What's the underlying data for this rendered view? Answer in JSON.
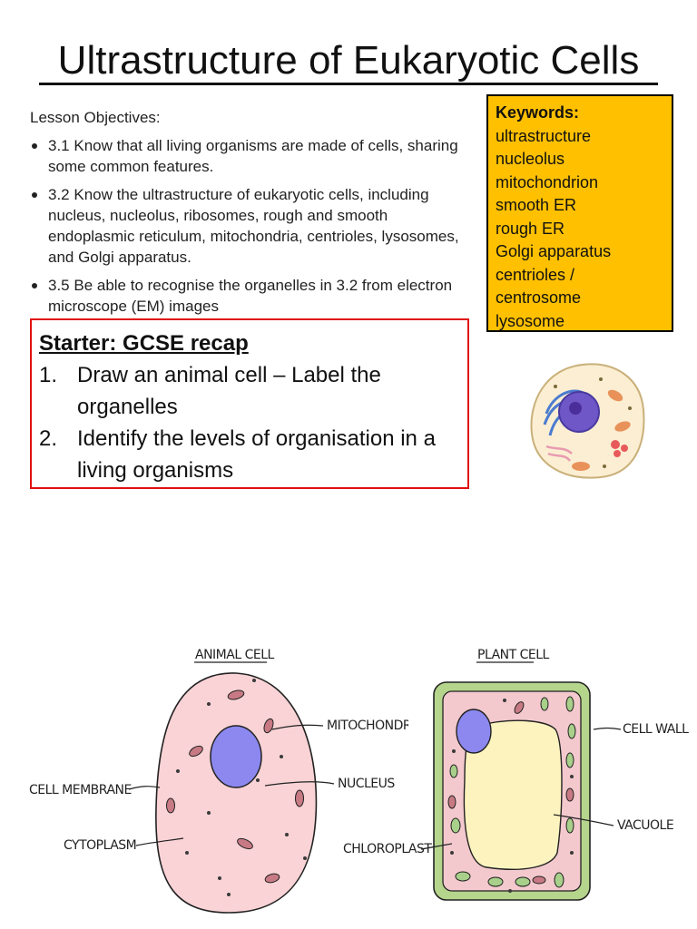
{
  "title": "Ultrastructure of Eukaryotic Cells",
  "objectives": {
    "heading": "Lesson Objectives:",
    "items": [
      "3.1 Know that all living organisms are made of cells, sharing some common features.",
      "3.2 Know the ultrastructure of eukaryotic cells, including nucleus, nucleolus, ribosomes, rough and smooth endoplasmic reticulum, mitochondria, centrioles, lysosomes, and Golgi apparatus.",
      "3.5 Be able to recognise the organelles in 3.2 from electron microscope (EM) images"
    ]
  },
  "keywords": {
    "heading": "Keywords:",
    "items": [
      "ultrastructure",
      "nucleolus",
      "mitochondrion",
      "smooth ER",
      "rough ER",
      "Golgi apparatus",
      "centrioles /",
      "centrosome",
      "lysosome"
    ]
  },
  "starter": {
    "title": "Starter: GCSE recap",
    "tasks": [
      {
        "num": "1.",
        "text": "Draw an animal cell – Label the organelles"
      },
      {
        "num": "2.",
        "text": "Identify the levels of organisation in a living organisms"
      }
    ]
  },
  "diagram": {
    "animal_title": "ANIMAL CELL",
    "plant_title": "PLANT CELL",
    "labels": {
      "mitochondria": "MITOCHONDRIA",
      "nucleus": "NUCLEUS",
      "cell_membrane": "CELL MEMBRANE",
      "cytoplasm": "CYTOPLASM",
      "cell_wall": "CELL WALL",
      "vacuole": "VACUOLE",
      "chloroplast": "CHLOROPLAST"
    }
  },
  "colors": {
    "keyword_box": "#FFC000",
    "starter_border": "#e01010",
    "cytoplasm_pink": "#f9d3d6",
    "nucleus_blue": "#8c88f0",
    "cell_wall_green": "#b5d58c",
    "vacuole_yellow": "#fdf3bf"
  }
}
